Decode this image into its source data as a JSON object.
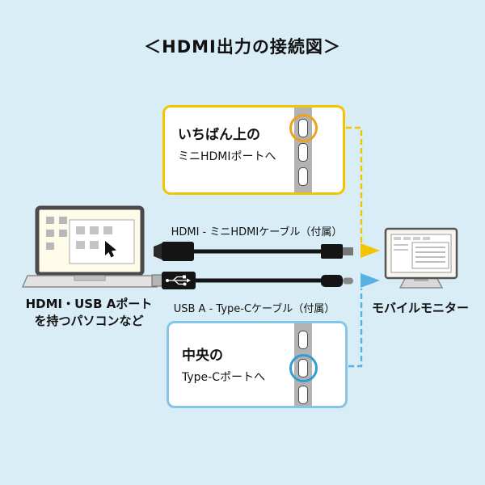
{
  "title": "＜HDMI出力の接続図＞",
  "colors": {
    "background": "#d9edf6",
    "yellow": "#f3c400",
    "orange": "#eda21d",
    "blue": "#56b2e2",
    "blue_border": "#85c6e8",
    "blue_ring": "#2d9fd6"
  },
  "top_callout": {
    "title": "いちばん上の",
    "subtitle": "ミニHDMIポートへ"
  },
  "bottom_callout": {
    "title": "中央の",
    "subtitle": "Type-Cポートへ"
  },
  "laptop": {
    "label_line1": "HDMI・USB Aポート",
    "label_line2": "を持つパソコンなど"
  },
  "cables": {
    "hdmi_label": "HDMI - ミニHDMIケーブル（付属）",
    "usb_label": "USB A - Type-Cケーブル（付属）"
  },
  "monitor": {
    "label": "モバイルモニター"
  }
}
